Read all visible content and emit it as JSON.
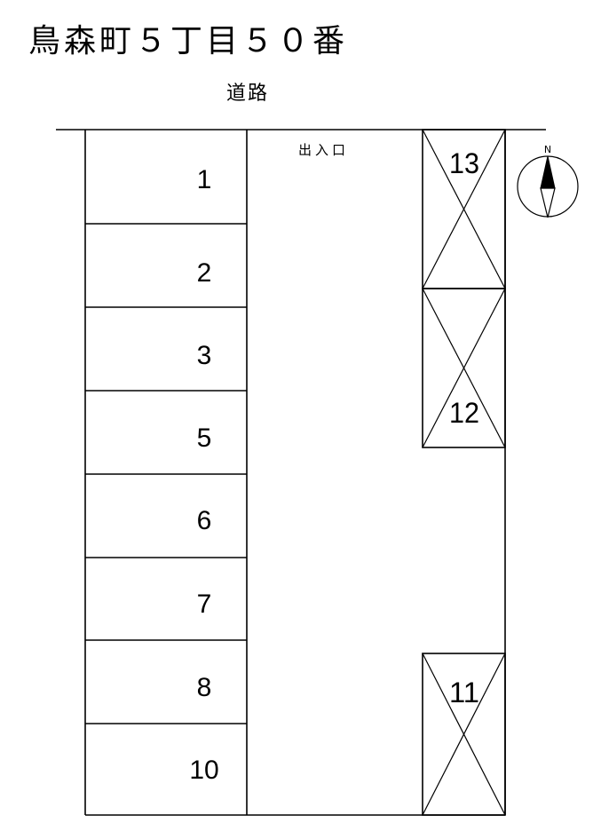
{
  "title": "鳥森町５丁目５０番",
  "road_label": "道路",
  "entrance_label": "出入口",
  "north_label": "N",
  "spaces_left": [
    {
      "label": "1"
    },
    {
      "label": "2"
    },
    {
      "label": "3"
    },
    {
      "label": "5"
    },
    {
      "label": "6"
    },
    {
      "label": "7"
    },
    {
      "label": "8"
    },
    {
      "label": "10"
    }
  ],
  "spaces_right": [
    {
      "label": "13",
      "status": "unavailable"
    },
    {
      "label": "12",
      "status": "unavailable"
    },
    {
      "label": "11",
      "status": "unavailable"
    }
  ]
}
